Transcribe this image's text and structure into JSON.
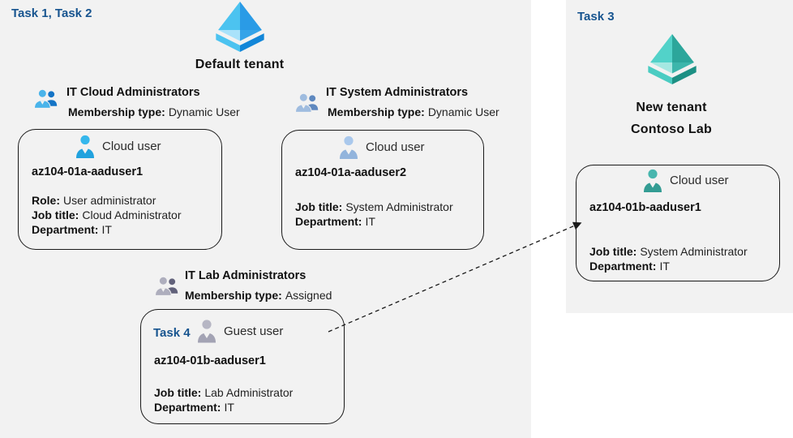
{
  "labels": {
    "task12": "Task 1, Task 2",
    "task3": "Task 3",
    "default_tenant": "Default tenant",
    "new_tenant_line1": "New tenant",
    "new_tenant_line2": "Contoso Lab"
  },
  "groups": [
    {
      "name": "IT Cloud Administrators",
      "membership_label": "Membership type:",
      "membership_value": "Dynamic User"
    },
    {
      "name": "IT System Administrators",
      "membership_label": "Membership type:",
      "membership_value": "Dynamic User"
    },
    {
      "name": "IT Lab Administrators",
      "membership_label": "Membership type:",
      "membership_value": "Assigned"
    }
  ],
  "cards": [
    {
      "type_label": "Cloud user",
      "username": "az104-01a-aaduser1",
      "fields": [
        {
          "label": "Role:",
          "value": "User administrator"
        },
        {
          "label": "Job title:",
          "value": "Cloud Administrator"
        },
        {
          "label": "Department:",
          "value": "IT"
        }
      ]
    },
    {
      "type_label": "Cloud user",
      "username": "az104-01a-aaduser2",
      "fields": [
        {
          "label": "Job title:",
          "value": "System Administrator"
        },
        {
          "label": "Department:",
          "value": "IT"
        }
      ]
    },
    {
      "type_label": "Guest user",
      "task_label": "Task 4",
      "username": "az104-01b-aaduser1",
      "fields": [
        {
          "label": "Job title:",
          "value": "Lab Administrator"
        },
        {
          "label": "Department:",
          "value": "IT"
        }
      ]
    },
    {
      "type_label": "Cloud user",
      "username": "az104-01b-aaduser1",
      "fields": [
        {
          "label": "Job title:",
          "value": "System Administrator"
        },
        {
          "label": "Department:",
          "value": "IT"
        }
      ]
    }
  ],
  "colors": {
    "task_label_blue": "#17548f",
    "panel_bg": "#f2f2f2",
    "tenant_blue_light": "#4cc3f0",
    "tenant_blue_dark": "#2a9be6",
    "tenant_blue_inner_light": "#a9e2fa",
    "tenant_blue_inner_dark": "#35a3e8",
    "tenant_blue_base_dark": "#1286d8",
    "tenant_teal_light": "#52d2c9",
    "tenant_teal_dark": "#2ca69b",
    "tenant_teal_inner_light": "#a5e8e2",
    "tenant_teal_inner_dark": "#3cb6ab",
    "tenant_teal_base_dark": "#1d9084",
    "user_blue_head": "#35b7ec",
    "user_blue_body": "#21a2de",
    "user_lightblue_head": "#a9c8ec",
    "user_lightblue_body": "#92b4dc",
    "user_gray_head": "#b6b6c4",
    "user_gray_body": "#a3a3b4",
    "user_teal_head": "#48b6ae",
    "user_teal_body": "#339c93",
    "group_blue_front": "#4ab4ea",
    "group_blue_back": "#1474c6",
    "group_lightblue_front": "#9fbcdf",
    "group_lightblue_back": "#5e88bf",
    "group_gray_front": "#aeaebd",
    "group_gray_back": "#62627b"
  }
}
